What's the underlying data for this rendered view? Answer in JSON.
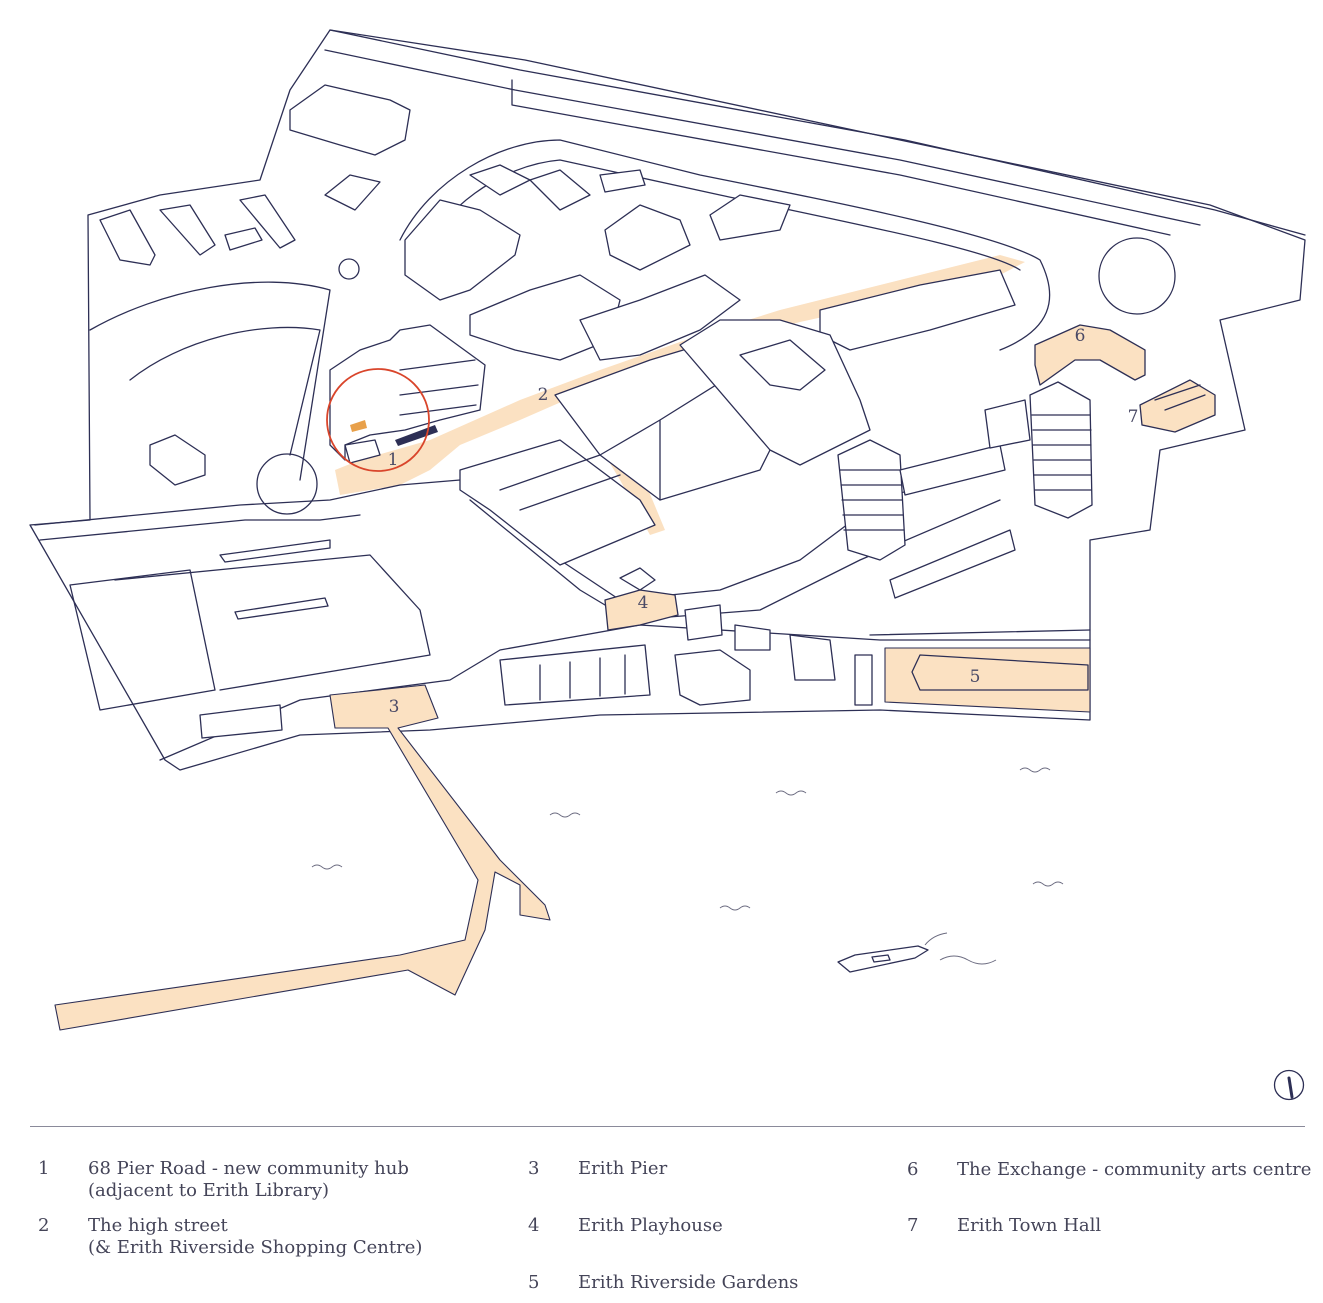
{
  "map": {
    "markers": [
      {
        "id": "1",
        "label": "1"
      },
      {
        "id": "2",
        "label": "2"
      },
      {
        "id": "3",
        "label": "3"
      },
      {
        "id": "4",
        "label": "4"
      },
      {
        "id": "5",
        "label": "5"
      },
      {
        "id": "6",
        "label": "6"
      },
      {
        "id": "7",
        "label": "7"
      }
    ],
    "colors": {
      "line": "#2d2f55",
      "highlight": "#fbe1c2",
      "focus_circle": "#d9452b",
      "accent": "#e8a04a"
    }
  },
  "legend": [
    {
      "number": "1",
      "lines": [
        "68 Pier Road - new community hub",
        "(adjacent to Erith Library)"
      ]
    },
    {
      "number": "2",
      "lines": [
        "The high street",
        "(& Erith Riverside Shopping Centre)"
      ]
    },
    {
      "number": "3",
      "lines": [
        "Erith Pier"
      ]
    },
    {
      "number": "4",
      "lines": [
        "Erith Playhouse"
      ]
    },
    {
      "number": "5",
      "lines": [
        "Erith Riverside Gardens"
      ]
    },
    {
      "number": "6",
      "lines": [
        "The Exchange - community arts centre"
      ]
    },
    {
      "number": "7",
      "lines": [
        "Erith Town Hall"
      ]
    }
  ],
  "north_icon": "north-arrow-icon"
}
